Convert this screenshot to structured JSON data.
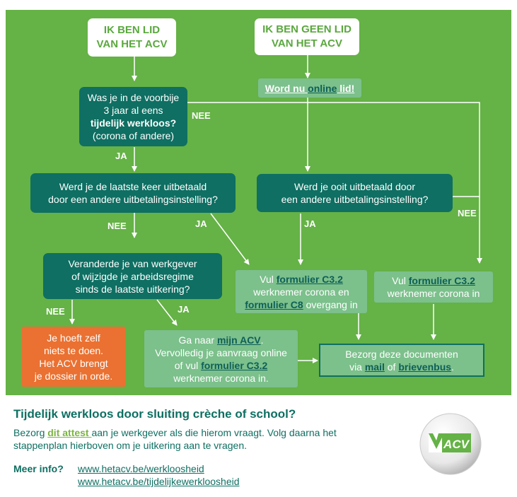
{
  "flow": {
    "start_member": [
      "IK BEN LID",
      "VAN HET ACV"
    ],
    "start_nonmember": [
      "IK BEN GEEN LID",
      "VAN HET ACV"
    ],
    "join": {
      "text1": "Word nu ",
      "link": "online",
      "text2": " lid!"
    },
    "q_unemployed": {
      "line1": "Was je in de voorbije",
      "line2": "3 jaar al eens",
      "line3": "tijdelijk werkloos?",
      "line4": "(corona of andere)"
    },
    "q_member_other": [
      "Werd je de laatste keer uitbetaald",
      "door een andere uitbetalingsinstelling?"
    ],
    "q_nonmember_paid": [
      "Werd je ooit uitbetaald door",
      "een andere uitbetalingsinstelling?"
    ],
    "q_changed": [
      "Veranderde je van werkgever",
      "of wijzigde je arbeidsregime",
      "sinds de laatste uitkering?"
    ],
    "r_nothing": [
      "Je hoeft zelf",
      "niets te doen.",
      "Het ACV brengt",
      "je dossier in orde."
    ],
    "r_c32_c8": {
      "pre": "Vul ",
      "form1": "formulier C3.2",
      "mid": "werknemer corona en",
      "form2": "formulier C8",
      "post": " overgang in"
    },
    "r_c32": {
      "pre": "Vul ",
      "form": "formulier C3.2",
      "post": "werknemer corona in"
    },
    "r_myacv": {
      "pre": "Ga naar ",
      "link": "mijn ACV",
      "dot": ".",
      "line2": "Vervolledig je aanvraag online",
      "line3pre": "of vul ",
      "form": "formulier C3.2",
      "line4": "werknemer corona in."
    },
    "r_deliver": {
      "line1": "Bezorg deze documenten",
      "pre": "via ",
      "mail": "mail",
      "of": " of ",
      "postbox": "brievenbus",
      "dot": "."
    },
    "labels": {
      "nee": "NEE",
      "ja": "JA"
    }
  },
  "footer": {
    "title": "Tijdelijk werkloos door sluiting crèche of school?",
    "text_pre": "Bezorg ",
    "attest_link": "dit attest ",
    "text_post": "aan je werkgever als die hierom vraagt. Volg daarna het stappenplan hierboven om je uitkering aan te vragen.",
    "more_label": "Meer info?",
    "links": [
      "www.hetacv.be/werkloosheid",
      "www.hetacv.be/tijdelijkewerkloosheid"
    ]
  },
  "logo": {
    "text": "ACV"
  },
  "colors": {
    "panel": "#65b246",
    "teal": "#0e6f62",
    "light": "#7cc08c",
    "orange": "#ea7131"
  }
}
